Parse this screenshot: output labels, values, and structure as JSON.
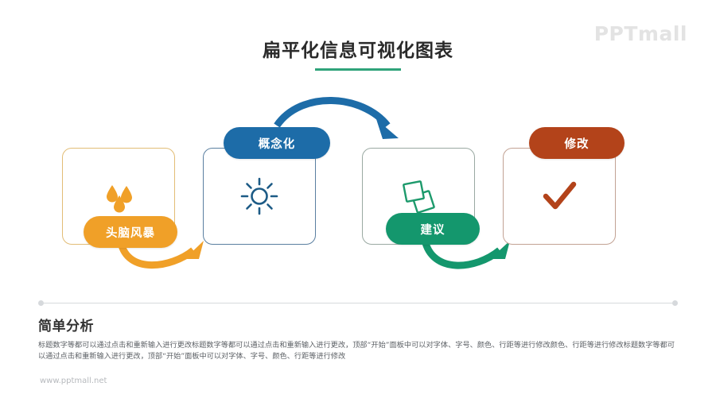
{
  "logo": {
    "text": "PPTmall"
  },
  "header": {
    "title": "扁平化信息可视化图表",
    "underline_color": "#2fa37a"
  },
  "diagram": {
    "steps": [
      {
        "label": "头脑风暴",
        "icon": "water-drops-icon",
        "color": "#f0a028",
        "card_border": "#e2bd76"
      },
      {
        "label": "概念化",
        "icon": "sun-icon",
        "color": "#1d6ca8",
        "card_border": "#5a7fa0"
      },
      {
        "label": "建议",
        "icon": "stacked-cards-icon",
        "color": "#14976d",
        "card_border": "#9aa9a2"
      },
      {
        "label": "修改",
        "icon": "check-icon",
        "color": "#b3431a",
        "card_border": "#c2a294"
      }
    ],
    "connectors": [
      {
        "name": "arrow-step1-to-step2",
        "color": "#f0a028"
      },
      {
        "name": "arrow-step2-to-step3",
        "color": "#1d6ca8"
      },
      {
        "name": "arrow-step3-to-step4",
        "color": "#14976d"
      }
    ]
  },
  "analysis": {
    "heading": "简单分析",
    "body": "标题数字等都可以通过点击和重新输入进行更改标题数字等都可以通过点击和重新输入进行更改，顶部“开始”面板中可以对字体、字号、颜色、行距等进行修改颜色、行距等进行修改标题数字等都可以通过点击和重新输入进行更改，顶部“开始”面板中可以对字体、字号、颜色、行距等进行修改"
  },
  "footer": {
    "url": "www.pptmall.net"
  }
}
